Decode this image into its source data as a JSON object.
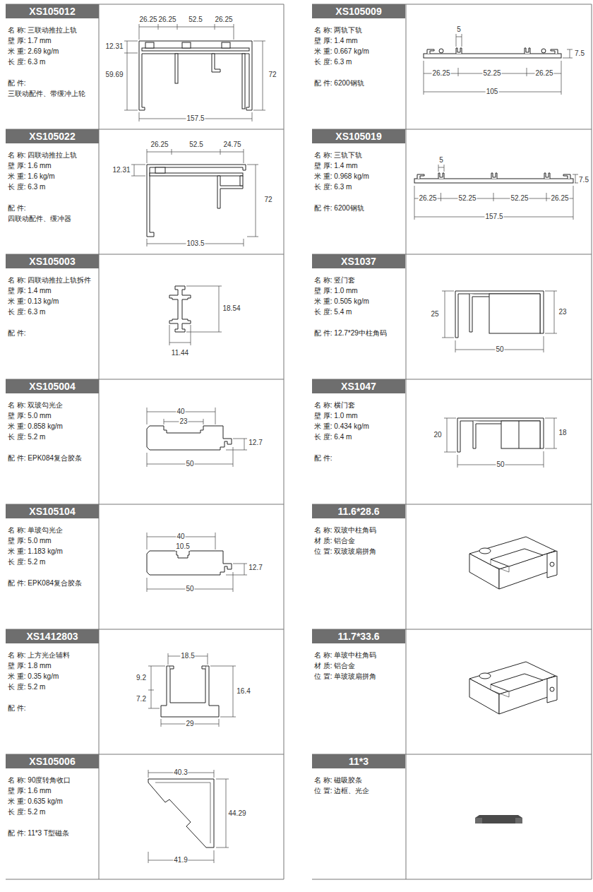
{
  "diagram": {
    "nodes": [
      {
        "text": [
          "XS105012"
        ]
      },
      {
        "text": [
          "XS105009"
        ]
      },
      {
        "text": [
          "XS105022"
        ]
      },
      {
        "text": [
          "XS105019"
        ]
      },
      {
        "text": [
          "XS105003"
        ]
      },
      {
        "text": [
          "XS1037"
        ]
      },
      {
        "text": [
          "XS105004"
        ]
      },
      {
        "text": [
          "XS1047"
        ]
      },
      {
        "text": [
          "XS105104"
        ]
      },
      {
        "text": [
          "11.6*28.6"
        ]
      },
      {
        "text": [
          "XS1412803"
        ]
      },
      {
        "text": [
          "11.7*33.6"
        ]
      },
      {
        "text": [
          "XS105006"
        ]
      },
      {
        "text": [
          "11*3"
        ]
      }
    ],
    "labels": [
      "名 称: 三联动推拉上轨",
      "壁 厚: 1.7 mm",
      "米 重: 2.69 kg/m",
      "长 度: 6.3 m",
      "配 件:",
      "三联动配件、带缓冲上轮",
      "26.25",
      "26.25",
      "52.5",
      "26.25",
      "12.31",
      "59.69",
      "72",
      "157.5",
      "名 称: 两轨下轨",
      "壁 厚: 1.4 mm",
      "米 重: 0.667 kg/m",
      "长 度: 6.3 m",
      "配 件: 6200钢轨",
      "5",
      "7.5",
      "26.25",
      "52.25",
      "26.25",
      "105",
      "名 称: 四联动推拉上轨",
      "壁 厚: 1.6 mm",
      "米 重: 1.6 kg/m",
      "长 度: 6.3 m",
      "配 件:",
      "四联动配件、缓冲器",
      "26.25",
      "52.5",
      "24.75",
      "12.31",
      "72",
      "103.5",
      "名 称: 三轨下轨",
      "壁 厚: 1.4 mm",
      "米 重: 0.968 kg/m",
      "长 度: 6.3 m",
      "配 件: 6200钢轨",
      "5",
      "7.5",
      "26.25",
      "52.25",
      "52.25",
      "26.25",
      "157.5",
      "名 称: 四联动推拉上轨拆件",
      "壁 厚: 1.4 mm",
      "米 重: 0.13 kg/m",
      "长 度: 6.3 m",
      "配 件:",
      "18.54",
      "11.44",
      "名 称: 竖门套",
      "壁 厚: 1.0 mm",
      "米 重: 0.505 kg/m",
      "长 度: 5.4 m",
      "配 件: 12.7*29中柱角码",
      "25",
      "23",
      "50",
      "名 称: 双玻勾光企",
      "壁 厚: 5.0 mm",
      "米 重: 0.858 kg/m",
      "长 度: 5.2 m",
      "配 件: EPK084复合胶条",
      "40",
      "23",
      "12.7",
      "50",
      "名 称: 横门套",
      "壁 厚: 1.0 mm",
      "米 重: 0.434 kg/m",
      "长 度: 6.4 m",
      "配 件:",
      "20",
      "18",
      "50",
      "名 称: 单玻勾光企",
      "壁 厚: 5.0 mm",
      "米 重: 1.183 kg/m",
      "长 度: 5.2 m",
      "配 件: EPK084复合胶条",
      "40",
      "10.5",
      "12.7",
      "50",
      "名 称: 双玻中柱角码",
      "材 质: 铝合金",
      "位 置: 双玻玻扇拼角",
      "名 称: 上方光企辅料",
      "壁 厚: 1.8 mm",
      "米 重: 0.35 kg/m",
      "长 度: 5.2 m",
      "配 件:",
      "18.5",
      "9.2",
      "7.2",
      "16.4",
      "29",
      "名 称: 单玻中柱角码",
      "材 质: 铝合金",
      "位 置: 单玻玻扇拼角",
      "名 称: 90度转角收口",
      "壁 厚: 1.6 mm",
      "米 重: 0.635 kg/m",
      "长 度: 5.2 m",
      "配 件: 11*3 T型磁条",
      "40.3",
      "44.29",
      "41.9",
      "名 称: 磁吸胶条",
      "位 置: 边框、光企"
    ]
  }
}
